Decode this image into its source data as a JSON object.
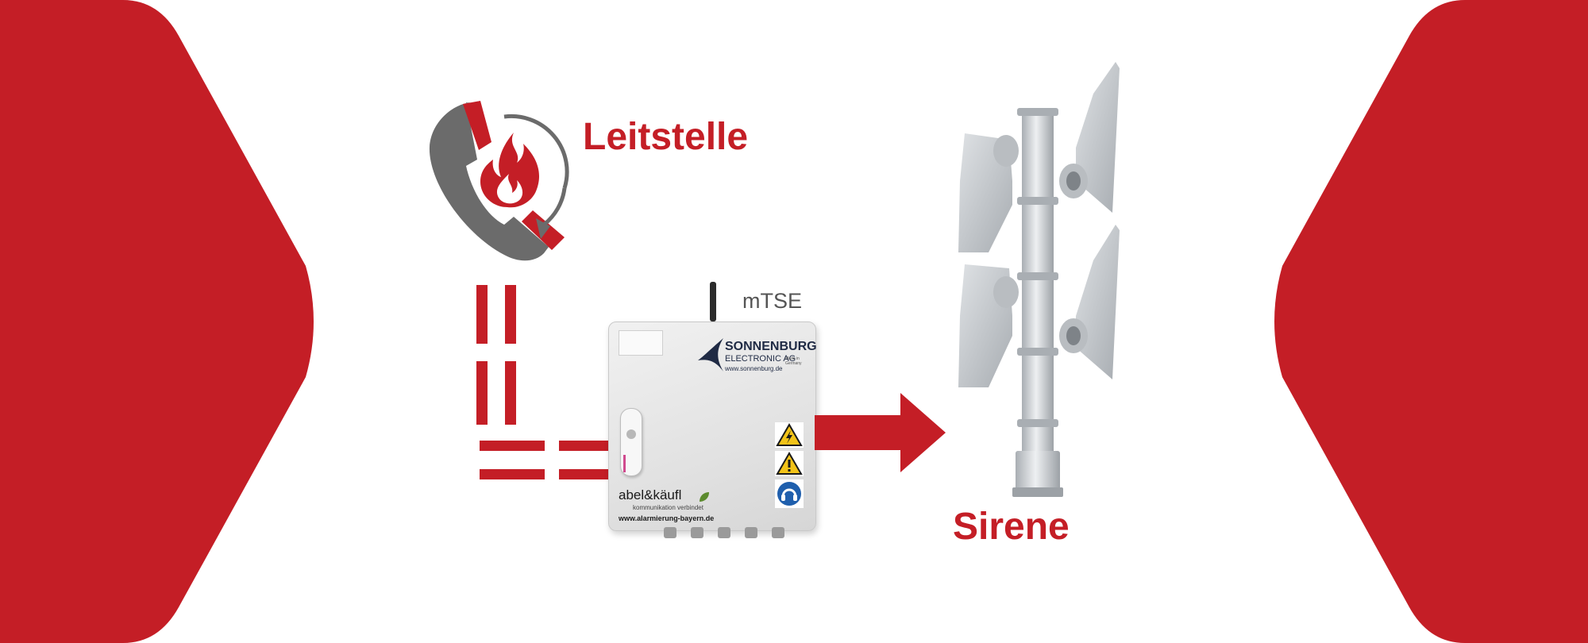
{
  "colors": {
    "accent": "#c41e26",
    "gray": "#6b6b6b",
    "steel": "#c9cdd1"
  },
  "labels": {
    "leitstelle": "Leitstelle",
    "mtse": "mTSE",
    "sirene": "Sirene"
  },
  "device": {
    "brand_line1": "SONNENBURG",
    "brand_line2": "ELECTRONIC AG",
    "brand_url": "www.sonnenburg.de",
    "made_in": "Made in Germany",
    "vendor_name": "abel&käufl",
    "vendor_tagline": "kommunikation verbindet",
    "vendor_url": "www.alarmierung-bayern.de"
  },
  "icons": [
    "phone-icon",
    "flame-icon",
    "refresh-arrow-icon",
    "antenna-icon",
    "lock-icon",
    "high-voltage-warning-icon",
    "general-warning-icon",
    "hearing-protection-icon",
    "arrow-right-icon",
    "siren-icon"
  ]
}
